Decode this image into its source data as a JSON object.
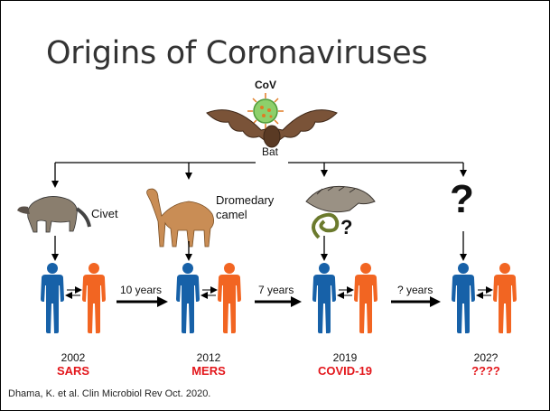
{
  "title": "Origins of Coronaviruses",
  "virus_label": "CoV",
  "reservoir_label": "Bat",
  "hosts": {
    "civet": "Civet",
    "camel_line1": "Dromedary",
    "camel_line2": "camel",
    "unknown": "?",
    "pangolin_mark": "?"
  },
  "intervals": [
    "10 years",
    "7 years",
    "? years"
  ],
  "events": [
    {
      "year": "2002",
      "name": "SARS"
    },
    {
      "year": "2012",
      "name": "MERS"
    },
    {
      "year": "2019",
      "name": "COVID-19"
    },
    {
      "year": "202?",
      "name": "????"
    }
  ],
  "citation": "Dhama, K. et al.  Clin Microbiol Rev Oct. 2020.",
  "colors": {
    "human_blue": "#1761a8",
    "human_orange": "#f26522",
    "disease_red": "#e3161b",
    "virus_green": "#6abf4b",
    "bat_brown": "#7a5338"
  }
}
